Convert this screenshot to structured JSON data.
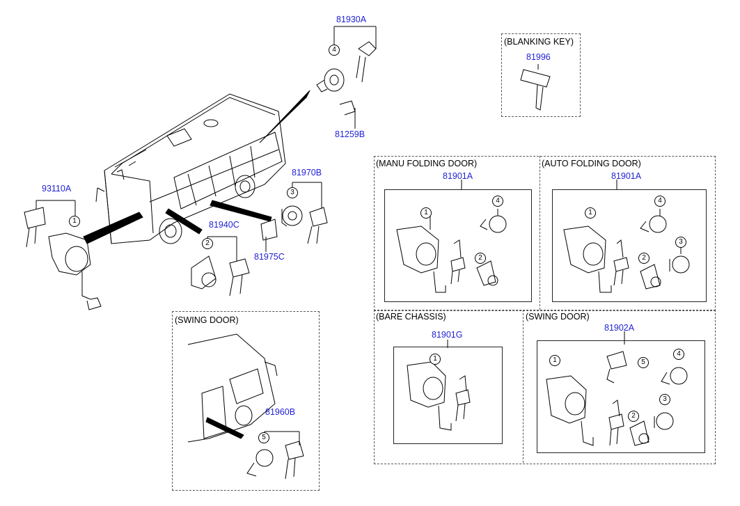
{
  "sections": {
    "blanking_key": "(BLANKING KEY)",
    "manu_folding": "(MANU FOLDING DOOR)",
    "auto_folding": "(AUTO FOLDING DOOR)",
    "bare_chassis": "(BARE CHASSIS)",
    "swing_right": "(SWING DOOR)",
    "swing_left": "(SWING DOOR)"
  },
  "parts": {
    "p81930A": "81930A",
    "p81259B": "81259B",
    "p81996": "81996",
    "p93110A": "93110A",
    "p81970B": "81970B",
    "p81940C": "81940C",
    "p81975C": "81975C",
    "p81960B": "81960B",
    "p81901A_manu": "81901A",
    "p81901A_auto": "81901A",
    "p81901G": "81901G",
    "p81902A": "81902A"
  },
  "callouts": {
    "c1": "1",
    "c2": "2",
    "c3": "3",
    "c4": "4",
    "c5": "5"
  },
  "colors": {
    "part_number": "#1f1fd6",
    "line": "#000000",
    "border": "#555555"
  }
}
